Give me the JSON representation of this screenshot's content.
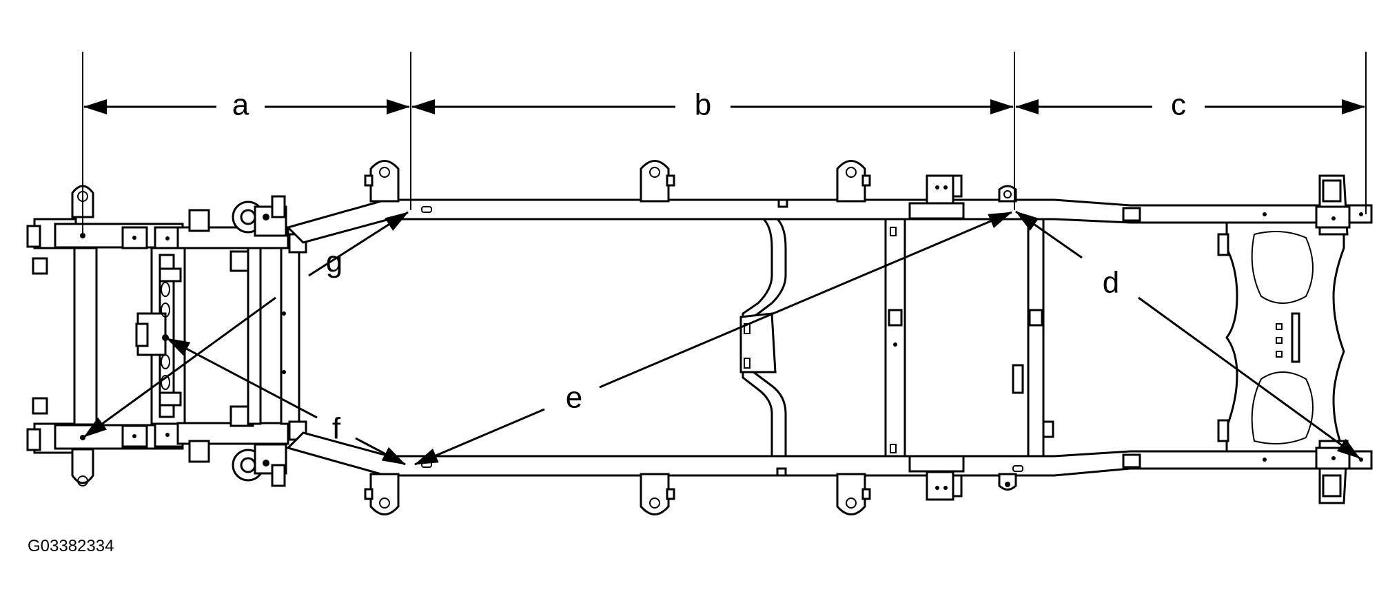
{
  "diagram": {
    "figure_code": "G03382334",
    "dimension_labels": {
      "a": "a",
      "b": "b",
      "c": "c",
      "d": "d",
      "e": "e",
      "f": "f",
      "g": "g"
    },
    "stroke_color": "#000000",
    "background_color": "#ffffff"
  }
}
